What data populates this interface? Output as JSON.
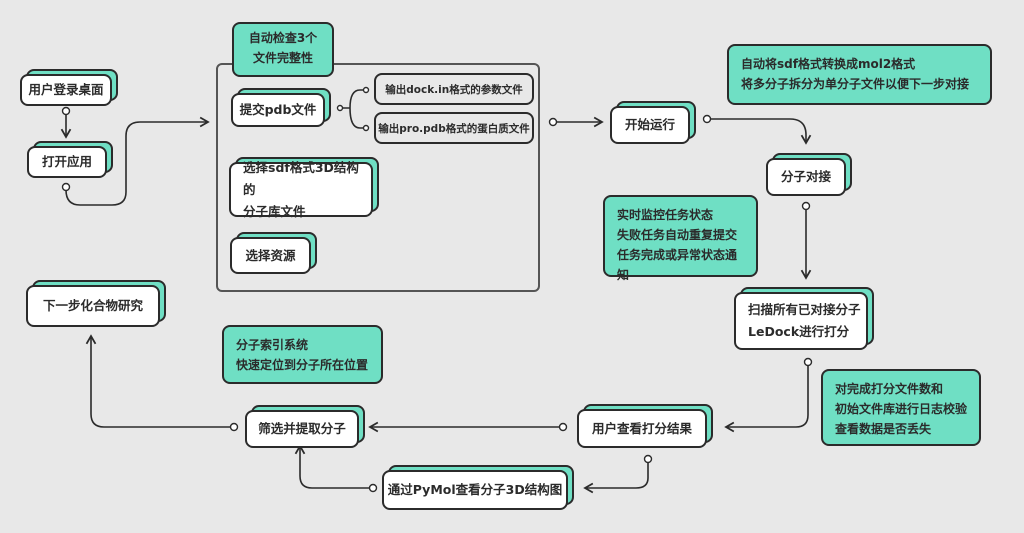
{
  "nodes": {
    "login": "用户登录桌面",
    "open_app": "打开应用",
    "submit_pdb": "提交pdb文件",
    "select_sdf_line1": "选择sdf格式3D结构的",
    "select_sdf_line2": "分子库文件",
    "select_resource": "选择资源",
    "output_dock": "输出dock.in格式的参数文件",
    "output_pro": "输出pro.pdb格式的蛋白质文件",
    "start_run": "开始运行",
    "docking": "分子对接",
    "scan_line1": "扫描所有已对接分子",
    "scan_line2": "LeDock进行打分",
    "view_scores": "用户查看打分结果",
    "filter_extract": "筛选并提取分子",
    "pymol_view": "通过PyMol查看分子3D结构图",
    "next_research": "下一步化合物研究"
  },
  "notes": {
    "check_files": [
      "自动检查3个",
      "文件完整性"
    ],
    "convert": [
      "自动将sdf格式转换成mol2格式",
      "将多分子拆分为单分子文件以便下一步对接"
    ],
    "monitor": [
      "实时监控任务状态",
      "失败任务自动重复提交",
      "任务完成或异常状态通知"
    ],
    "log_check": [
      "对完成打分文件数和",
      "初始文件库进行日志校验",
      "查看数据是否丢失"
    ],
    "index": [
      "分子索引系统",
      "快速定位到分子所在位置"
    ]
  },
  "colors": {
    "accent": "#6fdfc4",
    "stroke": "#2b2b2b",
    "background": "#e8e8e8"
  }
}
